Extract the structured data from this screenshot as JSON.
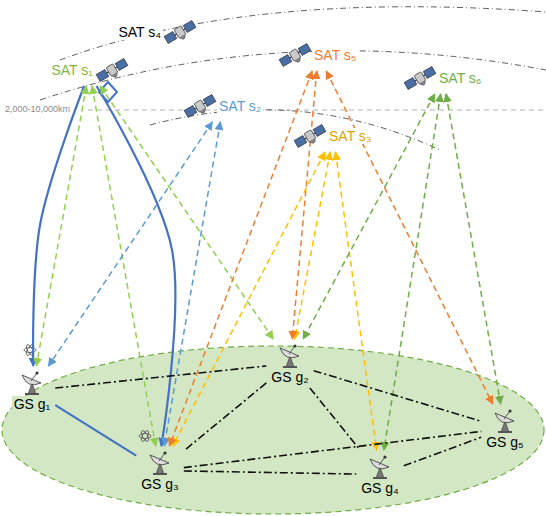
{
  "diagram": {
    "nodes": [
      {
        "text": [
          "SAT s₄"
        ]
      },
      {
        "text": [
          "SAT s₁"
        ]
      },
      {
        "text": [
          "SAT s₅"
        ]
      },
      {
        "text": [
          "SAT s₂"
        ]
      },
      {
        "text": [
          "SAT s₆"
        ]
      },
      {
        "text": [
          "SAT s₃"
        ]
      },
      {
        "text": [
          "GS g₁"
        ]
      },
      {
        "text": [
          "GS g₂"
        ]
      },
      {
        "text": [
          "GS g₃"
        ]
      },
      {
        "text": [
          "GS g₄"
        ]
      },
      {
        "text": [
          "GS g₅"
        ]
      }
    ],
    "edges": [
      {
        "from": 1,
        "to": 6,
        "arrow": "to"
      },
      {
        "from": 1,
        "to": 8,
        "arrow": "to"
      },
      {
        "from": 6,
        "to": 8,
        "arrow": "none"
      },
      {
        "from": 1,
        "to": 6,
        "arrow": "both"
      },
      {
        "from": 1,
        "to": 7,
        "arrow": "both"
      },
      {
        "from": 1,
        "to": 8,
        "arrow": "both"
      },
      {
        "from": 3,
        "to": 6,
        "arrow": "both"
      },
      {
        "from": 3,
        "to": 8,
        "arrow": "both"
      },
      {
        "from": 5,
        "to": 8,
        "arrow": "both"
      },
      {
        "from": 5,
        "to": 7,
        "arrow": "both"
      },
      {
        "from": 5,
        "to": 9,
        "arrow": "both"
      },
      {
        "from": 2,
        "to": 8,
        "arrow": "both"
      },
      {
        "from": 2,
        "to": 7,
        "arrow": "both"
      },
      {
        "from": 2,
        "to": 10,
        "arrow": "both"
      },
      {
        "from": 4,
        "to": 7,
        "arrow": "both"
      },
      {
        "from": 4,
        "to": 9,
        "arrow": "both"
      },
      {
        "from": 4,
        "to": 10,
        "arrow": "both"
      },
      {
        "from": 6,
        "to": 7,
        "arrow": "none"
      },
      {
        "from": 7,
        "to": 8,
        "arrow": "none"
      },
      {
        "from": 7,
        "to": 9,
        "arrow": "none"
      },
      {
        "from": 7,
        "to": 10,
        "arrow": "none"
      },
      {
        "from": 8,
        "to": 9,
        "arrow": "none"
      },
      {
        "from": 8,
        "to": 10,
        "arrow": "none"
      },
      {
        "from": 9,
        "to": 10,
        "arrow": "none"
      }
    ],
    "labels": [
      "2,000-10,000km"
    ]
  }
}
